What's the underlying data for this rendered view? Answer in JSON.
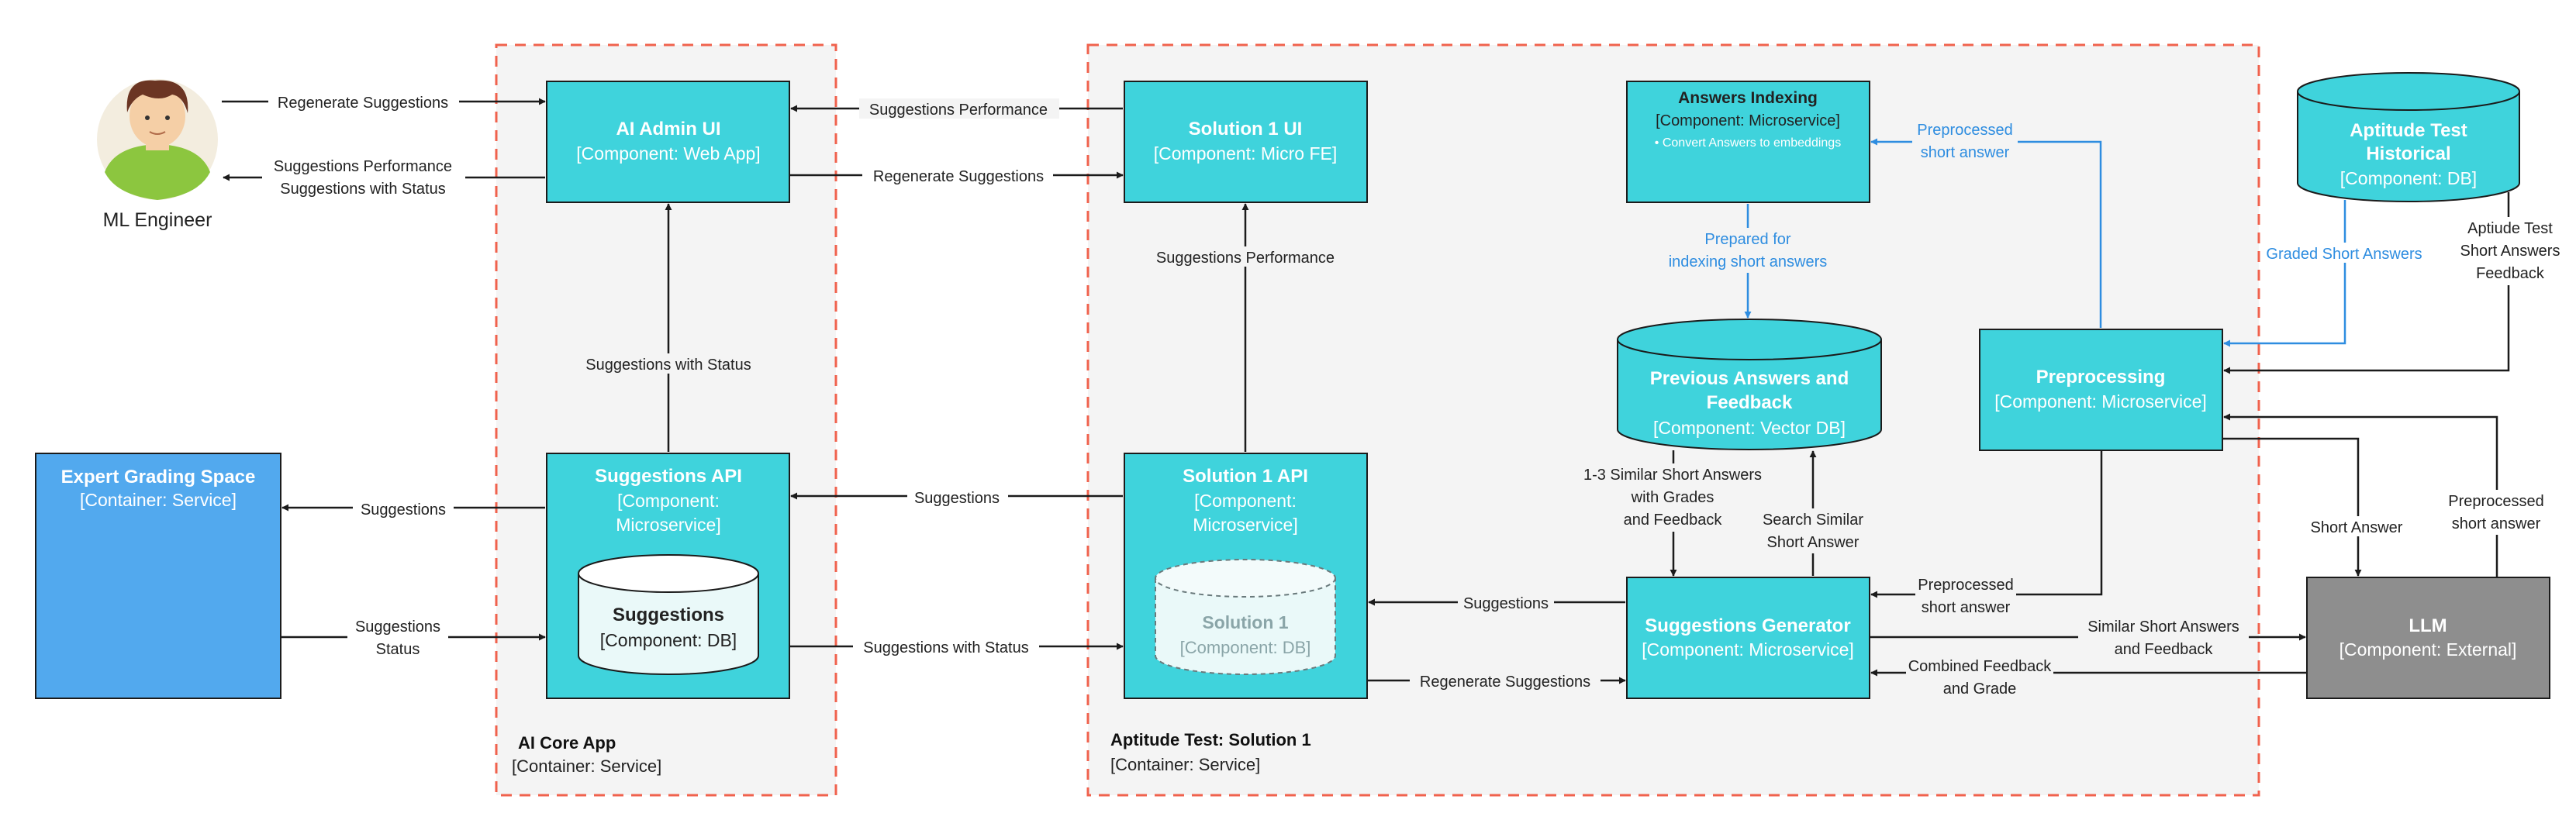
{
  "actor": {
    "name": "ML Engineer",
    "icon": "person-avatar-icon"
  },
  "colors": {
    "component": "#3fd3dc",
    "component_border": "#1b1b1b",
    "service_blue": "#52a9ee",
    "external_gray": "#8e8e8e",
    "group_border": "#f0624d",
    "group_fill": "#f4f4f4",
    "blue_link": "#2e8de0"
  },
  "groups": {
    "ai_core": {
      "title": "AI Core App",
      "type": "[Container: Service]"
    },
    "solution1": {
      "title": "Aptitude Test: Solution 1",
      "type": "[Container: Service]"
    }
  },
  "nodes": {
    "expert": {
      "title": "Expert Grading Space",
      "type": "[Container: Service]"
    },
    "admin_ui": {
      "title": "AI Admin UI",
      "type": "[Component: Web App]"
    },
    "suggestions_api": {
      "title": "Suggestions API",
      "type_1": "[Component:",
      "type_2": "Microservice]"
    },
    "suggestions_db": {
      "title": "Suggestions",
      "type": "[Component: DB]"
    },
    "solution_ui": {
      "title": "Solution 1 UI",
      "type": "[Component: Micro FE]"
    },
    "solution_api": {
      "title": "Solution 1 API",
      "type_1": "[Component:",
      "type_2": "Microservice]"
    },
    "solution_db": {
      "title": "Solution 1",
      "type": "[Component: DB]"
    },
    "answers_indexing": {
      "title": "Answers Indexing",
      "type": "[Component: Microservice]",
      "note": "•  Convert Answers to embeddings"
    },
    "prev_answers": {
      "title_1": "Previous Answers and",
      "title_2": "Feedback",
      "type": "[Component: Vector DB]"
    },
    "suggestions_gen": {
      "title": "Suggestions Generator",
      "type": "[Component: Microservice]"
    },
    "historical": {
      "title_1": "Aptitude Test",
      "title_2": "Historical",
      "type": "[Component: DB]"
    },
    "preprocessing": {
      "title": "Preprocessing",
      "type": "[Component: Microservice]"
    },
    "llm": {
      "title": "LLM",
      "type": "[Component: External]"
    }
  },
  "edges": {
    "eng_regen": "Regenerate Suggestions",
    "eng_perf_1": "Suggestions Performance",
    "eng_perf_2": "Suggestions with Status",
    "ui_perf": "Suggestions Performance",
    "ui_regen": "Regenerate Suggestions",
    "api_to_admin": "Suggestions with Status",
    "api_to_expert": "Suggestions",
    "expert_to_api_1": "Suggestions",
    "expert_to_api_2": "Status",
    "sol_to_api": "Suggestions",
    "api_to_sol": "Suggestions with Status",
    "solapi_to_ui": "Suggestions Performance",
    "gen_to_solapi": "Suggestions",
    "solapi_to_gen": "Regenerate Suggestions",
    "idx_to_prev_1": "Prepared for",
    "idx_to_prev_2": "indexing short answers",
    "pre_to_idx_1": "Preprocessed",
    "pre_to_idx_2": "short answer",
    "prev_to_gen_1": "1-3 Similar Short Answers",
    "prev_to_gen_2": "with Grades",
    "prev_to_gen_3": "and Feedback",
    "gen_to_prev_1": "Search Similar",
    "gen_to_prev_2": "Short Answer",
    "pre_to_gen_1": "Preprocessed",
    "pre_to_gen_2": "short answer",
    "gen_to_llm_1": "Similar Short Answers",
    "gen_to_llm_2": "and Feedback",
    "llm_to_gen_1": "Combined Feedback",
    "llm_to_gen_2": "and Grade",
    "hist_graded": "Graded Short Answers",
    "hist_fb_1": "Aptiude Test",
    "hist_fb_2": "Short Answers",
    "hist_fb_3": "Feedback",
    "pre_to_llm": "Short Answer",
    "llm_to_pre_1": "Preprocessed",
    "llm_to_pre_2": "short answer"
  }
}
